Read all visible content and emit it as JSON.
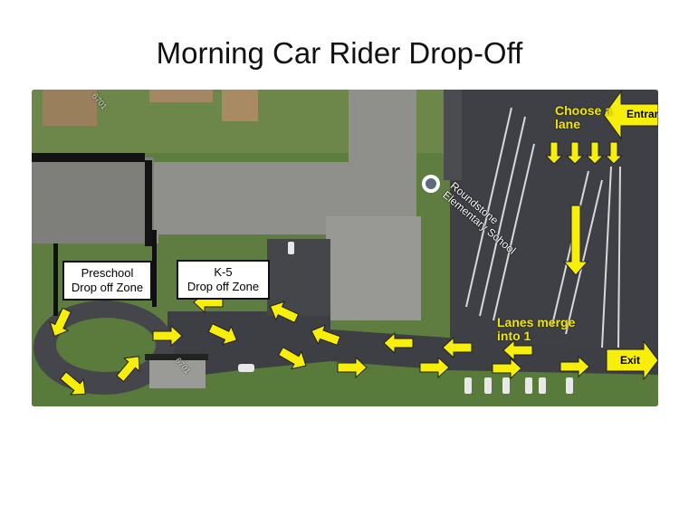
{
  "page": {
    "title": "Morning Car Rider Drop-Off"
  },
  "map": {
    "school_name_line1": "Roundstone",
    "school_name_line2": "Elementary School",
    "road_number_top": "6701",
    "road_number_bottom": "6701"
  },
  "labels": {
    "entrance": "Entrance",
    "exit": "Exit",
    "choose_lane_line1": "Choose a",
    "choose_lane_line2": "lane",
    "lanes_merge_line1": "Lanes merge",
    "lanes_merge_line2": "into 1",
    "preschool_line1": "Preschool",
    "preschool_line2": "Drop off Zone",
    "k5_line1": "K-5",
    "k5_line2": "Drop off Zone"
  },
  "colors": {
    "arrow": "#f7ef0a",
    "grass": "#5d7c3e",
    "asphalt": "#3d3f44",
    "roof": "#8f8f8b"
  }
}
